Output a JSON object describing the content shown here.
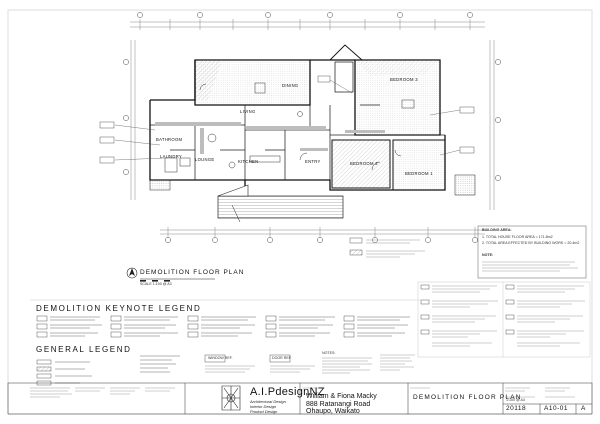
{
  "drawing": {
    "plan_title": "DEMOLITION FLOOR PLAN",
    "plan_scale": "SCALE 1:100 @ A3"
  },
  "legend": {
    "keynote_title": "DEMOLITION KEYNOTE LEGEND",
    "general_title": "GENERAL LEGEND",
    "window_ref": "WINDOW REF.",
    "door_ref": "DOOR REF.",
    "notes": "NOTES:"
  },
  "building_area": {
    "title": "BUILDING AREA:",
    "line1": "1. TOTAL HOUSE FLOOR AREA = 171.8m2",
    "line2": "2. TOTAL AREA EFFECTED BY BUILDING WORK = 20.4m2",
    "note_title": "NOTE:"
  },
  "rooms": [
    "DINING",
    "LIVING",
    "BEDROOM 3",
    "BEDROOM 2",
    "BEDROOM 1",
    "KITCHEN",
    "ENTRY",
    "LOUNGE",
    "BATHROOM",
    "LAUNDRY"
  ],
  "titleblock": {
    "brand": "A.I.PdesignNZ",
    "brand_sub1": "Architectural Design",
    "brand_sub2": "Interior Design",
    "brand_sub3": "Product Design",
    "client_name": "William & Fiona Macky",
    "address1": "888 Ratanangi Road",
    "address2": "Ohaupo, Waikato",
    "sheet_title": "DEMOLITION FLOOR PLAN",
    "project_no": "20118",
    "sheet_no": "A10-01",
    "revision": "A",
    "scale": "1:100 @ A3"
  },
  "colors": {
    "line": "#111111",
    "hatch": "#9a9a9a",
    "fill": "#d8d8d8"
  }
}
